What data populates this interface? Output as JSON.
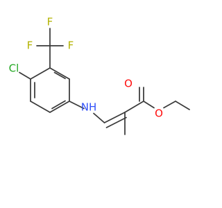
{
  "colors": {
    "bond": "#3a3a3a",
    "fluorine": "#b3b300",
    "chlorine": "#22a822",
    "nitrogen": "#3050f8",
    "oxygen": "#ff0d0d"
  },
  "atoms": {
    "f_top": "F",
    "f_left": "F",
    "f_right": "F",
    "cl": "Cl",
    "nh": "NH",
    "o_carbonyl": "O",
    "o_ester": "O"
  }
}
